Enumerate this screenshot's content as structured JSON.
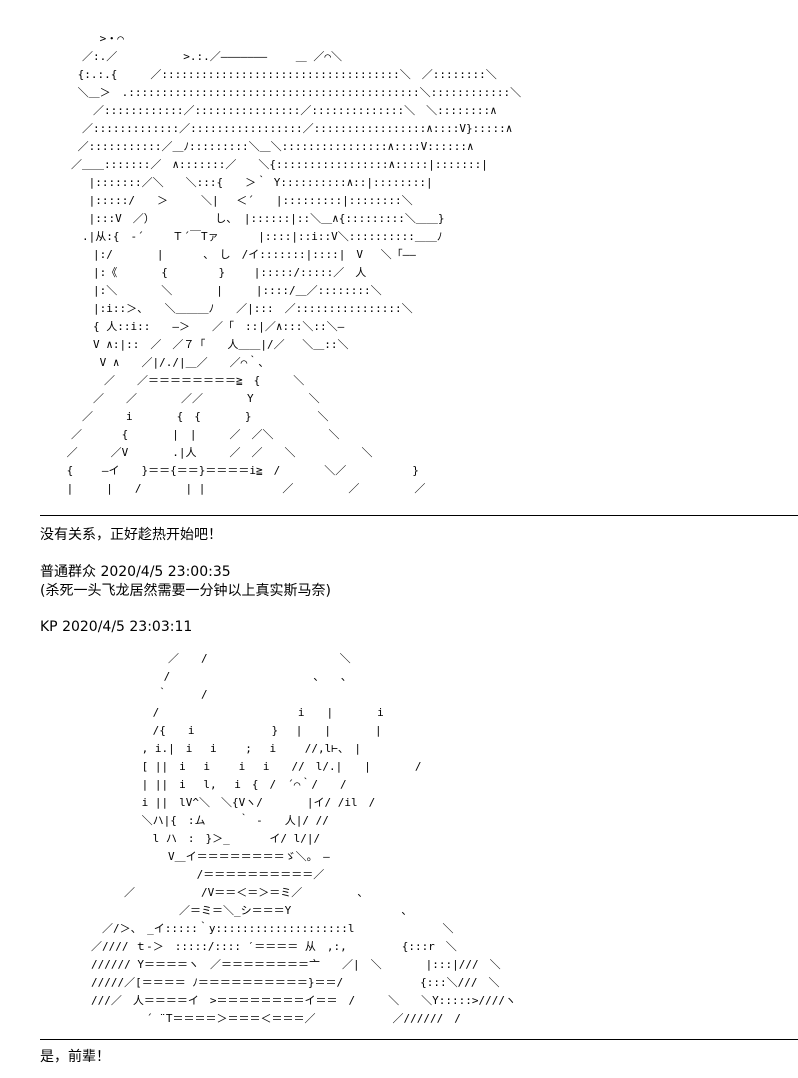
{
  "art_1": " 　　　>・⌒\n　　／:.／　　　　　　>.:.／―――――――　　 ＿ ／⌒＼\n　 {:.:.{　　　／::::::::::::::::::::::::::::::::::::＼　／::::::::＼\n　 ＼＿＞　.::::::::::::::::::::::::::::::::::::::::::::＼::::::::::::＼\n　　　／::::::::::::／::::::::::::::::／::::::::::::::＼　＼::::::::∧\n　　／:::::::::::::／:::::::::::::::::／:::::::::::::::::∧::::V}:::::∧\n　 ／:::::::::::／＿ﾉ:::::::::＼＿＼::::::::::::::::∧::::V::::::∧\n　／＿＿:::::::／　∧:::::::／　　＼{:::::::::::::::::∧:::::|:::::::|\n　　 |:::::::／＼　　＼:::{　　＞｀ Y::::::::::∧::|::::::::|\n　　 |:::::/　　＞　　　＼|　 ＜´　　|:::::::::|::::::::＼\n　　 |:::V　／）　　　　　　し、 |::::::|::＼＿∧{:::::::::＼＿＿}\n　　.|从:{　‐´　　 Ｔ´￣Tァ　　　 |::::|::i::V＼::::::::::＿＿ﾉ\n　　　|:/　　　　|　　　 、　し　/イ:::::::|::::|　V　 ＼「――\n　　　|:《　　　　{　　　　 }　　 |:::::/:::::／　人\n　　　|:＼　　　　＼　　　　|　　　|::::/＿／::::::::＼\n　　　|:i::＞、　　＼＿＿＿ﾉ　　／|:::　／::::::::::::::::＼\n　　　{ 人::i::　　―＞　　／「　::|／∧:::＼::＼―\n　　　V ∧:|::　／　／７「　　人＿＿|/／　 ＼＿::＼\n　　　 V ∧　　／|/./|＿／　　／⌒｀、\n　　　　／　　／＝＝＝＝＝＝＝＝≧　{　　　＼\n　　　／　　／　　　　／／　　　　Y　　　　　＼\n　　／　　　i　　　　{　{　　　　}　　　　　　＼\n　／　　　 {　　　　|　|　　　／　／＼　　　　　＼\n ／　　　／V　　　　.|人　　　／　／　　＼　　　　　　＼\n {　　 ―イ　　}＝＝{＝＝}＝＝＝＝i≧　/　　　　＼／　　　　　　}\n |　　　|　　/　　　　| |　　　　　　　／　　　　　／　　　　　／",
  "art_2": "　　　　　　　　／　　/　　　　　　　　　　　　＼\n　　　　　　　 /　　　　　　　　　　　　　、　　、\n　　　　　　　｀　　　/\n　　　　　　 /　　　　　　　　　　　　 i　　|　　　　i\n　　　　　　 /{　　i　　　　　　　}　 |　　|　　　　|\n　　　　　 , i.|　i　 i　　 ;　 i　　 //,l⊢、　|\n　　　　　 [ ||　i　 i　　 i　 i　　//　l/.|　　|　　　　/\n　　　　　 | ||　i　 l,　 i　{　/　´⌒｀/　　/\n　　　　　 i ||　lV^＼　＼{Vヽ/　　　　|イ/ /il　/\n　　　　　 ＼ハ|{　:ム　　　｀ -　　人|/ //\n　　　　　　 l ハ　:　}＞_　　　 イ/ l/|/\n　　　　　　　　V＿イ＝＝＝＝＝＝＝＝ゞ＼。　―\n　　　　　　　　　　 /＝＝＝＝＝＝＝＝＝＝／\n　　　　／　　　　　　/V＝＝＜＝＞＝ミ／　　　　　、\n　　　　　　　　　／＝ミ＝＼_シ＝＝＝Y　　　　　　　　　　、\n　　／/＞、　_イ:::::｀y::::::::::::::::::::l　　　　　　　　＼\n　／//// ｔ‐＞　:::::/:::: ′＝＝＝＝ 从　,:,　　　　　{:::r　＼\n　////// Y＝＝＝＝ヽ　／＝＝＝＝＝＝＝＝亠　　／|　＼　　　　|:::|///　＼\n　/////／[＝＝＝＝ ﾉ＝＝＝＝＝＝＝＝＝＝}＝＝/　　　　　　　{:::＼///　＼\n　///／　人＝＝＝＝イ　>＝＝＝＝＝＝＝＝イ＝＝　/　　　＼　　＼Y:::::>////ヽ\n　　　　　　´ ¨T＝＝＝＝＞＝＝＝＜＝＝＝／　　　　　　　／//////　/",
  "message_1": "没有关系，正好趁热开始吧！",
  "post_2": {
    "author": "普通群众",
    "time": " 2020/4/5 23:00:35",
    "text": "(杀死一头飞龙居然需要一分钟以上真实斯马奈)"
  },
  "post_3": {
    "author": "KP",
    "time": " 2020/4/5 23:03:11"
  },
  "message_2": "是，前辈！"
}
